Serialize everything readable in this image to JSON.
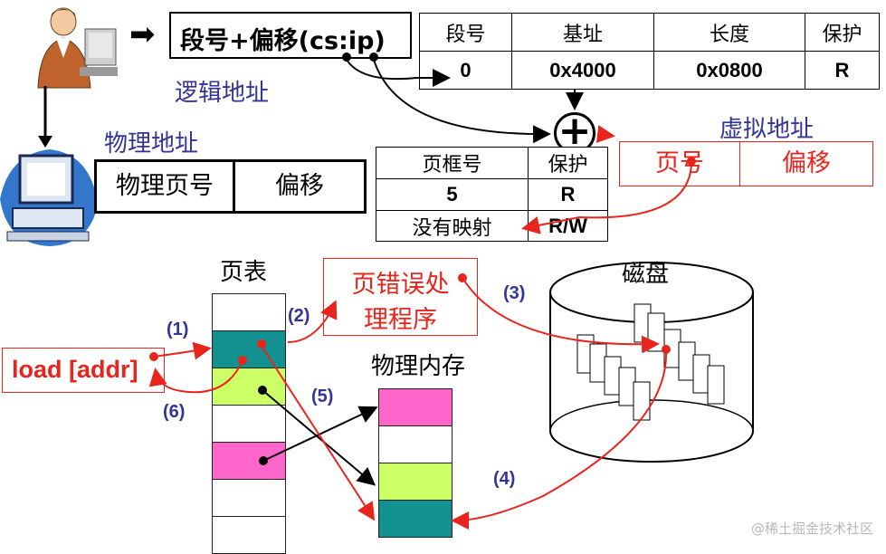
{
  "logical": {
    "address_label": "段号+偏移(cs:ip)",
    "title": "逻辑地址",
    "arrow_glyph": "➡"
  },
  "segment_table": {
    "headers": [
      "段号",
      "基址",
      "长度",
      "保护"
    ],
    "row": [
      "0",
      "0x4000",
      "0x0800",
      "R"
    ]
  },
  "adder_symbol": "+",
  "virtual": {
    "title": "虚拟地址",
    "fields": [
      "页号",
      "偏移"
    ]
  },
  "physical": {
    "title": "物理地址",
    "fields": [
      "物理页号",
      "偏移"
    ]
  },
  "page_entry_table": {
    "headers": [
      "页框号",
      "保护"
    ],
    "rows": [
      [
        "5",
        "R"
      ],
      [
        "没有映射",
        "R/W"
      ]
    ]
  },
  "page_table": {
    "title": "页表",
    "rows": [
      "white",
      "teal",
      "lime",
      "white",
      "magenta",
      "white",
      "white"
    ]
  },
  "fault_handler": {
    "label_line1": "页错误处",
    "label_line2": "理程序"
  },
  "instruction": {
    "label": "load [addr]"
  },
  "memory": {
    "title": "物理内存",
    "frames": [
      "magenta",
      "white",
      "lime",
      "teal"
    ]
  },
  "disk": {
    "title": "磁盘"
  },
  "steps": [
    "(1)",
    "(2)",
    "(3)",
    "(4)",
    "(5)",
    "(6)"
  ],
  "colors": {
    "teal": "#139090",
    "lime": "#ccff66",
    "magenta": "#ff66cc",
    "red": "#e8241c",
    "blue": "#333399"
  },
  "watermark": "@稀土掘金技术社区"
}
